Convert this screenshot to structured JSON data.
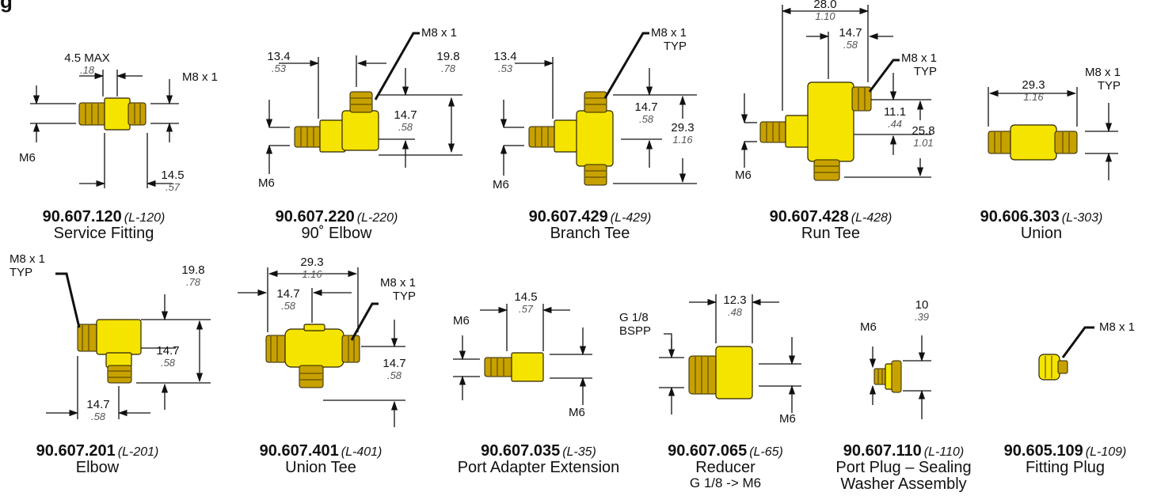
{
  "header_fragment": "g",
  "parts": [
    {
      "number": "90.607.120",
      "ref": "(L-120)",
      "name": "Service Fitting",
      "sub": ""
    },
    {
      "number": "90.607.220",
      "ref": "(L-220)",
      "name": "90˚ Elbow",
      "sub": ""
    },
    {
      "number": "90.607.429",
      "ref": "(L-429)",
      "name": "Branch Tee",
      "sub": ""
    },
    {
      "number": "90.607.428",
      "ref": "(L-428)",
      "name": "Run Tee",
      "sub": ""
    },
    {
      "number": "90.606.303",
      "ref": "(L-303)",
      "name": "Union",
      "sub": ""
    },
    {
      "number": "90.607.201",
      "ref": "(L-201)",
      "name": "Elbow",
      "sub": ""
    },
    {
      "number": "90.607.401",
      "ref": "(L-401)",
      "name": "Union Tee",
      "sub": ""
    },
    {
      "number": "90.607.035",
      "ref": "(L-35)",
      "name": "Port Adapter Extension",
      "sub": ""
    },
    {
      "number": "90.607.065",
      "ref": "(L-65)",
      "name": "Reducer",
      "sub": "G 1/8 -> M6"
    },
    {
      "number": "90.607.110",
      "ref": "(L-110)",
      "name": "Port Plug – Sealing",
      "sub": "Washer Assembly"
    },
    {
      "number": "90.605.109",
      "ref": "(L-109)",
      "name": "Fitting Plug",
      "sub": ""
    }
  ],
  "dims": {
    "d120a": {
      "mm": "4.5 MAX",
      "in": ".18"
    },
    "d120b": {
      "mm": "14.5",
      "in": ".57"
    },
    "d220a": {
      "mm": "13.4",
      "in": ".53"
    },
    "d220b": {
      "mm": "19.8",
      "in": ".78"
    },
    "d220c": {
      "mm": "14.7",
      "in": ".58"
    },
    "d429a": {
      "mm": "13.4",
      "in": ".53"
    },
    "d429b": {
      "mm": "14.7",
      "in": ".58"
    },
    "d429c": {
      "mm": "29.3",
      "in": "1.16"
    },
    "d428a": {
      "mm": "28.0",
      "in": "1.10"
    },
    "d428b": {
      "mm": "14.7",
      "in": ".58"
    },
    "d428c": {
      "mm": "11.1",
      "in": ".44"
    },
    "d428d": {
      "mm": "25.8",
      "in": "1.01"
    },
    "d303a": {
      "mm": "29.3",
      "in": "1.16"
    },
    "d201a": {
      "mm": "19.8",
      "in": ".78"
    },
    "d201b": {
      "mm": "14.7",
      "in": ".58"
    },
    "d201c": {
      "mm": "14.7",
      "in": ".58"
    },
    "d401a": {
      "mm": "29.3",
      "in": "1.16"
    },
    "d401b": {
      "mm": "14.7",
      "in": ".58"
    },
    "d401c": {
      "mm": "14.7",
      "in": ".58"
    },
    "d035a": {
      "mm": "14.5",
      "in": ".57"
    },
    "d065a": {
      "mm": "12.3",
      "in": ".48"
    },
    "d110a": {
      "mm": "10",
      "in": ".39"
    }
  },
  "threads": {
    "m8": "M8 x 1",
    "m8typ": "M8 x 1\nTYP",
    "m6": "M6",
    "g18": "G 1/8\nBSPP"
  }
}
